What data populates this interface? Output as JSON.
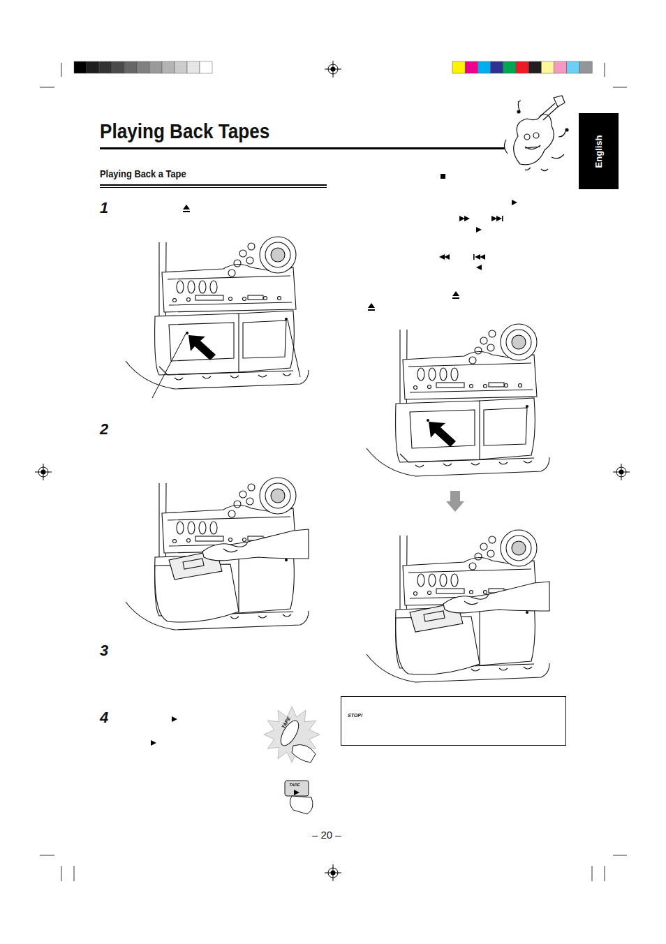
{
  "diagram": {
    "title": "Playing Back Tapes",
    "nodes": [
      {
        "text": [
          "English"
        ]
      },
      {
        "text": [
          "STOP!"
        ]
      }
    ],
    "labels": [
      "Playing Back a Tape",
      "1",
      "2",
      "3",
      "4",
      "TAPE",
      "TAPE",
      "– 20 –"
    ]
  }
}
